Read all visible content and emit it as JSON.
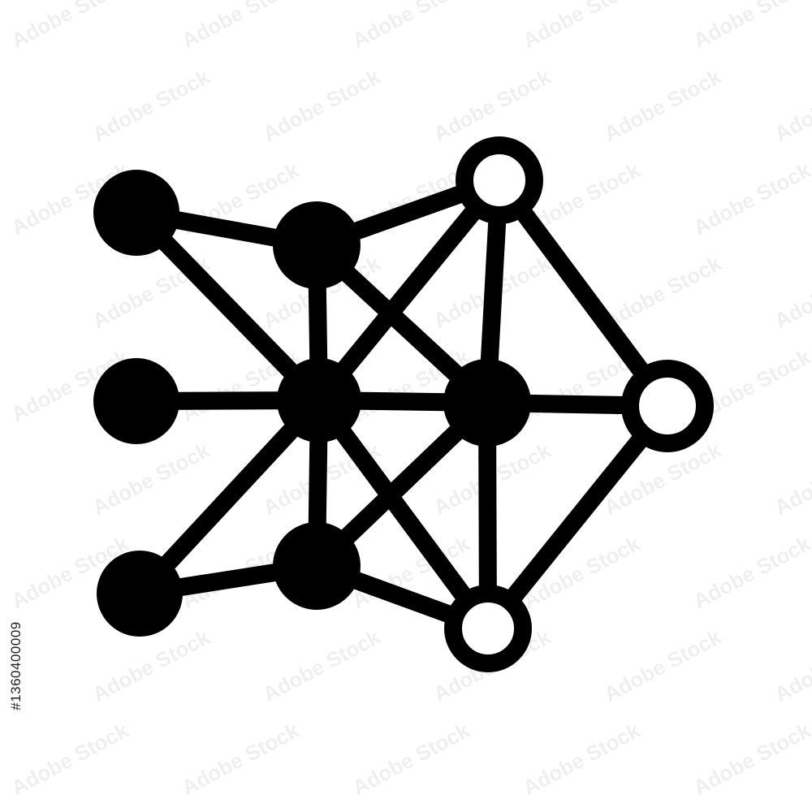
{
  "figure": {
    "type": "network-graph-icon",
    "colors": {
      "background": "#ffffff",
      "stroke": "#000000",
      "filled_node": "#000000",
      "hollow_node_fill": "#ffffff"
    },
    "nodes": [
      {
        "id": "in_top",
        "style": "filled"
      },
      {
        "id": "in_mid",
        "style": "filled"
      },
      {
        "id": "in_bot",
        "style": "filled"
      },
      {
        "id": "hid_top",
        "style": "filled"
      },
      {
        "id": "hid_ctr",
        "style": "filled"
      },
      {
        "id": "hid_bot",
        "style": "filled"
      },
      {
        "id": "hid_right",
        "style": "filled"
      },
      {
        "id": "out_top",
        "style": "hollow"
      },
      {
        "id": "out_right",
        "style": "hollow"
      },
      {
        "id": "out_bot",
        "style": "hollow"
      }
    ],
    "edges": [
      [
        "in_top",
        "hid_top"
      ],
      [
        "in_top",
        "hid_ctr"
      ],
      [
        "in_mid",
        "hid_ctr"
      ],
      [
        "in_bot",
        "hid_ctr"
      ],
      [
        "in_bot",
        "hid_bot"
      ],
      [
        "hid_top",
        "hid_ctr"
      ],
      [
        "hid_top",
        "out_top"
      ],
      [
        "hid_top",
        "hid_right"
      ],
      [
        "hid_ctr",
        "hid_bot"
      ],
      [
        "hid_ctr",
        "hid_right"
      ],
      [
        "hid_ctr",
        "out_top"
      ],
      [
        "hid_ctr",
        "out_bot"
      ],
      [
        "hid_bot",
        "hid_right"
      ],
      [
        "hid_bot",
        "out_bot"
      ],
      [
        "hid_right",
        "out_top"
      ],
      [
        "hid_right",
        "out_right"
      ],
      [
        "hid_right",
        "out_bot"
      ],
      [
        "out_top",
        "out_right"
      ],
      [
        "out_right",
        "out_bot"
      ]
    ]
  },
  "watermark": {
    "text": "Adobe Stock"
  },
  "asset_id": "#1360400009"
}
